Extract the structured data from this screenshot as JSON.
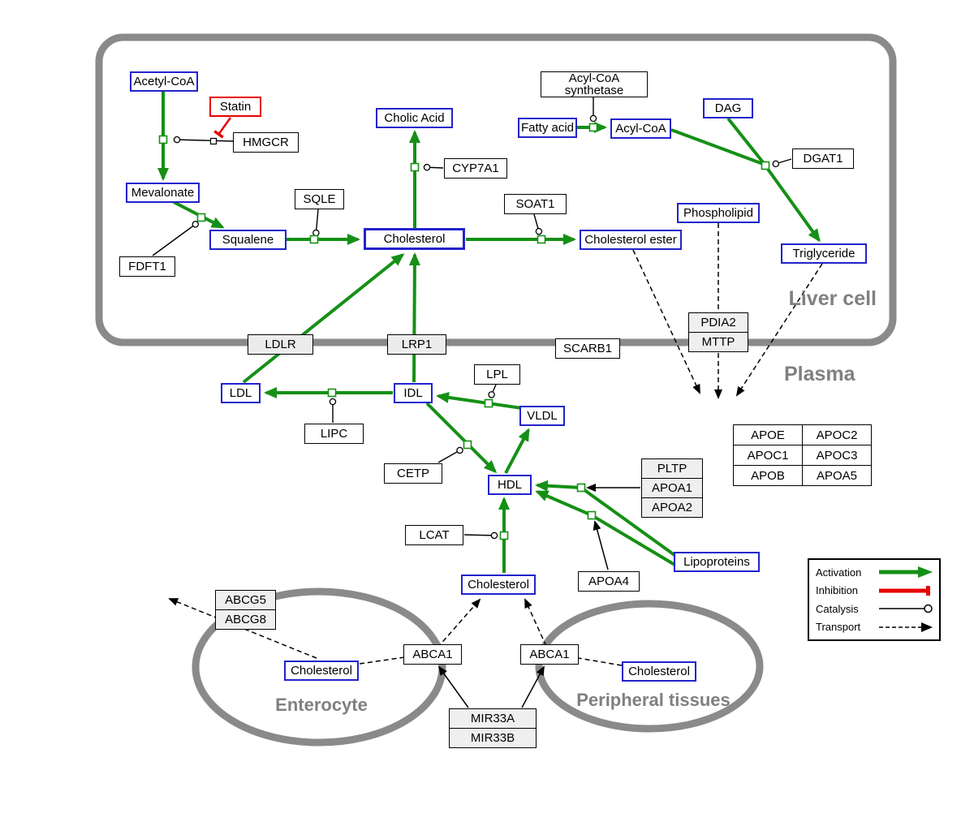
{
  "regions": {
    "liver": "Liver cell",
    "plasma": "Plasma",
    "enterocyte": "Enterocyte",
    "peripheral": "Peripheral tissues"
  },
  "nodes": {
    "acetyl_coa": "Acetyl-CoA",
    "statin": "Statin",
    "hmgcr": "HMGCR",
    "mevalonate": "Mevalonate",
    "fdft1": "FDFT1",
    "squalene": "Squalene",
    "sqle": "SQLE",
    "cholesterol_liver": "Cholesterol",
    "cholic_acid": "Cholic Acid",
    "cyp7a1": "CYP7A1",
    "soat1": "SOAT1",
    "cholesterol_ester": "Cholesterol ester",
    "acyl_coa_synthetase_line1": "Acyl-CoA",
    "acyl_coa_synthetase_line2": "synthetase",
    "fatty_acid": "Fatty acid",
    "acyl_coa": "Acyl-CoA",
    "dag": "DAG",
    "dgat1": "DGAT1",
    "phospholipid": "Phospholipid",
    "triglyceride": "Triglyceride",
    "pdia2": "PDIA2",
    "mttp": "MTTP",
    "ldlr": "LDLR",
    "lrp1": "LRP1",
    "scarb1": "SCARB1",
    "ldl": "LDL",
    "idl": "IDL",
    "lipc": "LIPC",
    "lpl": "LPL",
    "vldl": "VLDL",
    "cetp": "CETP",
    "hdl": "HDL",
    "lcat": "LCAT",
    "pltp": "PLTP",
    "apoa1": "APOA1",
    "apoa2": "APOA2",
    "apoa4": "APOA4",
    "lipoproteins": "Lipoproteins",
    "cholesterol_plasma": "Cholesterol",
    "abcg5": "ABCG5",
    "abcg8": "ABCG8",
    "cholesterol_enterocyte": "Cholesterol",
    "abca1_enterocyte": "ABCA1",
    "abca1_peripheral": "ABCA1",
    "cholesterol_peripheral": "Cholesterol",
    "mir33a": "MIR33A",
    "mir33b": "MIR33B"
  },
  "apolipoprotein_table": [
    [
      "APOE",
      "APOC2"
    ],
    [
      "APOC1",
      "APOC3"
    ],
    [
      "APOB",
      "APOA5"
    ]
  ],
  "legend": {
    "activation": "Activation",
    "inhibition": "Inhibition",
    "catalysis": "Catalysis",
    "transport": "Transport"
  },
  "colors": {
    "metabolite_border": "#2222CC",
    "activation_edge": "#159015",
    "inhibition_edge": "#E80000",
    "membrane_gray": "#8A8A8A"
  }
}
